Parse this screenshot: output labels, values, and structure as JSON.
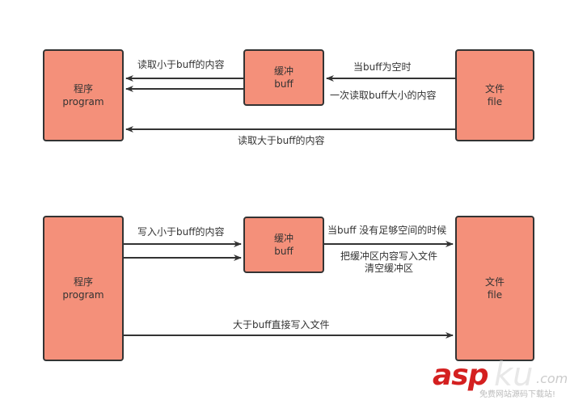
{
  "diagram_top": {
    "program": {
      "line1": "程序",
      "line2": "program"
    },
    "buff": {
      "line1": "缓冲",
      "line2": "buff"
    },
    "file": {
      "line1": "文件",
      "line2": "file"
    },
    "labels": {
      "read_small": "读取小于buff的内容",
      "when_empty": "当buff为空时",
      "read_once": "一次读取buff大小的内容",
      "read_large": "读取大于buff的内容"
    }
  },
  "diagram_bottom": {
    "program": {
      "line1": "程序",
      "line2": "program"
    },
    "buff": {
      "line1": "缓冲",
      "line2": "buff"
    },
    "file": {
      "line1": "文件",
      "line2": "file"
    },
    "labels": {
      "write_small": "写入小于buff的内容",
      "not_enough": "当buff 没有足够空间的时候",
      "flush_line1": "把缓冲区内容写入文件",
      "flush_line2": "清空缓冲区",
      "write_large": "大于buff直接写入文件"
    }
  },
  "colors": {
    "box_fill": "#f4907a",
    "stroke": "#333333"
  },
  "watermark": {
    "brand": "asp",
    "brand2": "ku",
    "domain": ".com",
    "slogan": "免费网站源码下载站!"
  }
}
